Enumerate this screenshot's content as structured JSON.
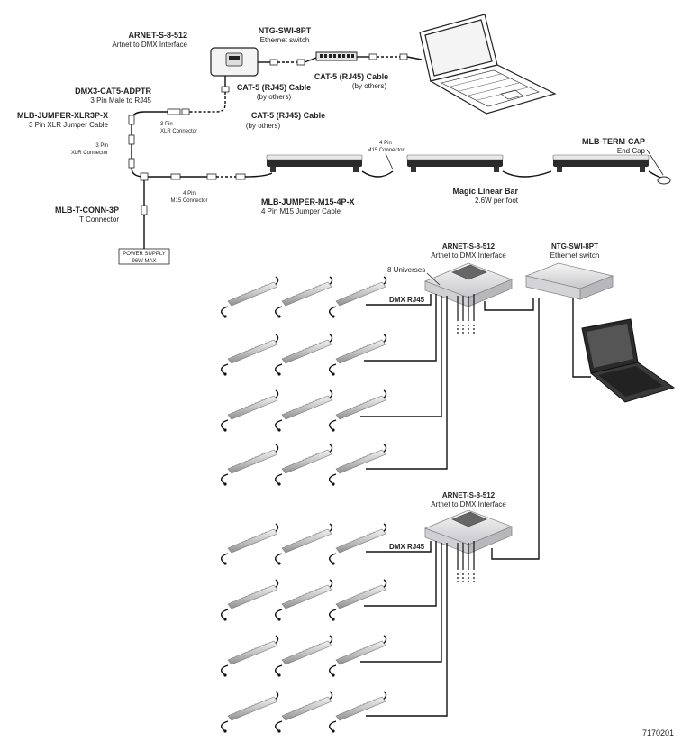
{
  "top": {
    "arnet": {
      "model": "ARNET-S-8-512",
      "desc": "Artnet to DMX Interface"
    },
    "switch": {
      "model": "NTG-SWI-8PT",
      "desc": "Ethernet switch"
    },
    "cat5_a": {
      "model": "CAT-5 (RJ45) Cable",
      "desc": "(by others)"
    },
    "cat5_b": {
      "model": "CAT-5 (RJ45) Cable",
      "desc": "(by others)"
    },
    "cat5_c": {
      "model": "CAT-5 (RJ45) Cable",
      "desc": "(by others)"
    },
    "adapter": {
      "model": "DMX3-CAT5-ADPTR",
      "desc": "3 Pin Male to RJ45"
    },
    "xlr_conn_a": {
      "line1": "3 Pin",
      "line2": "XLR Connector"
    },
    "jumper_xlr": {
      "model": "MLB-JUMPER-XLR3P-X",
      "desc": "3 Pin XLR Jumper Cable"
    },
    "xlr_conn_b": {
      "line1": "3 Pin",
      "line2": "XLR Connector"
    },
    "m15_conn_a": {
      "line1": "4 Pin",
      "line2": "M15 Connector"
    },
    "term_cap": {
      "model": "MLB-TERM-CAP",
      "desc": "End Cap"
    },
    "m15_conn_b": {
      "line1": "4 Pin",
      "line2": "M15 Connector"
    },
    "jumper_m15": {
      "model": "MLB-JUMPER-M15-4P-X",
      "desc": "4 Pin M15 Jumper Cable"
    },
    "linear_bar": {
      "model": "Magic Linear Bar",
      "desc": "2.6W per foot"
    },
    "t_conn": {
      "model": "MLB-T-CONN-3P",
      "desc": "T Connector"
    },
    "power": {
      "line1": "POWER SUPPLY",
      "line2": "96W MAX"
    }
  },
  "bottom": {
    "arnet_a": {
      "model": "ARNET-S-8-512",
      "desc": "Artnet to DMX Interface"
    },
    "switch": {
      "model": "NTG-SWI-8PT",
      "desc": "Ethernet switch"
    },
    "universes": "8 Universes",
    "dmx_a": "DMX RJ45",
    "arnet_b": {
      "model": "ARNET-S-8-512",
      "desc": "Artnet to DMX Interface"
    },
    "dmx_b": "DMX RJ45"
  },
  "figure_number": "7170201",
  "colors": {
    "cable": "#111111",
    "bar_body": "#2a2a2a",
    "fixture": "#c9c9c9",
    "device": "#eeeeee"
  }
}
